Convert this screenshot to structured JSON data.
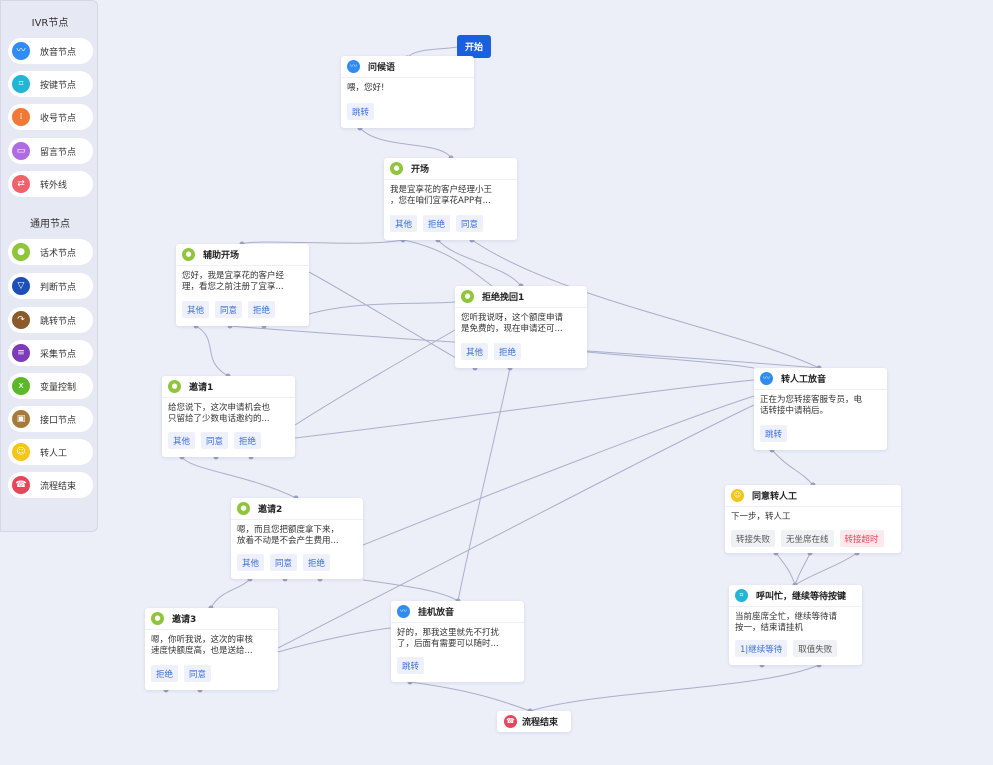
{
  "palette": {
    "ivr_title": "IVR节点",
    "general_title": "通用节点",
    "ivr_items": [
      {
        "label": "放音节点",
        "icon": "audio-wave-icon",
        "color": "#2f8cf2"
      },
      {
        "label": "按键节点",
        "icon": "keypad-icon",
        "color": "#22b5d6"
      },
      {
        "label": "收号节点",
        "icon": "dial-grid-icon",
        "color": "#f07a35"
      },
      {
        "label": "留言节点",
        "icon": "message-icon",
        "color": "#b06be3"
      },
      {
        "label": "转外线",
        "icon": "transfer-line-icon",
        "color": "#f0616c"
      }
    ],
    "general_items": [
      {
        "label": "话术节点",
        "icon": "script-mic-icon",
        "color": "#8fc53a"
      },
      {
        "label": "判断节点",
        "icon": "funnel-icon",
        "color": "#1e4fb8"
      },
      {
        "label": "跳转节点",
        "icon": "jump-icon",
        "color": "#8a5a2b"
      },
      {
        "label": "采集节点",
        "icon": "collect-icon",
        "color": "#7c3bb8"
      },
      {
        "label": "变量控制",
        "icon": "variable-x-icon",
        "color": "#5cb82b"
      },
      {
        "label": "接口节点",
        "icon": "api-icon",
        "color": "#a87a3a"
      },
      {
        "label": "转人工",
        "icon": "agent-icon",
        "color": "#f5c518"
      },
      {
        "label": "流程结束",
        "icon": "hangup-icon",
        "color": "#e8455a"
      }
    ]
  },
  "canvas": {
    "start_label": "开始",
    "end_label": "流程结束",
    "nodes": {
      "greeting": {
        "title": "问候语",
        "body": "喂，您好!",
        "buttons": [
          "跳转"
        ]
      },
      "opening": {
        "title": "开场",
        "body": "我是宜享花的客户经理小王\n，您在咱们宜享花APP有...",
        "buttons": [
          "其他",
          "拒绝",
          "同意"
        ]
      },
      "aux_opening": {
        "title": "辅助开场",
        "body": "您好，我是宜享花的客户经\n理，看您之前注册了宜享...",
        "buttons": [
          "其他",
          "同意",
          "拒绝"
        ]
      },
      "refuse_retain": {
        "title": "拒绝挽回1",
        "body": "您听我说呀，这个额度申请\n是免费的，现在申请还可...",
        "buttons": [
          "其他",
          "拒绝"
        ]
      },
      "transfer_audio": {
        "title": "转人工放音",
        "body": "正在为您转接客服专员，电\n话转接中请稍后。",
        "buttons": [
          "跳转"
        ]
      },
      "invite1": {
        "title": "邀请1",
        "body": "给您说下，这次申请机会也\n只留给了少数电话邀约的...",
        "buttons": [
          "其他",
          "同意",
          "拒绝"
        ]
      },
      "invite2": {
        "title": "邀请2",
        "body": "嗯，而且您把额度拿下来，\n放着不动是不会产生费用...",
        "buttons": [
          "其他",
          "同意",
          "拒绝"
        ]
      },
      "agree_transfer": {
        "title": "同意转人工",
        "body": "下一步，转人工",
        "buttons": [
          "转接失败",
          "无坐席在线",
          "转接超时"
        ]
      },
      "busy_wait": {
        "title": "呼叫忙，继续等待按键",
        "body": "当前座席全忙，继续等待请\n按一，结束请挂机",
        "buttons": [
          "1|继续等待",
          "取值失败"
        ]
      },
      "invite3": {
        "title": "邀请3",
        "body": "嗯，你听我说，这次的审核\n速度快额度高，也是送给...",
        "buttons": [
          "拒绝",
          "同意"
        ]
      },
      "hangup_audio": {
        "title": "挂机放音",
        "body": "好的，那我这里就先不打扰\n了，后面有需要可以随时...",
        "buttons": [
          "跳转"
        ]
      }
    },
    "node_icons": {
      "greeting": {
        "name": "audio-wave-icon",
        "color": "#2f8cf2"
      },
      "opening": {
        "name": "script-mic-icon",
        "color": "#8fc53a"
      },
      "aux_opening": {
        "name": "script-mic-icon",
        "color": "#8fc53a"
      },
      "refuse_retain": {
        "name": "script-mic-icon",
        "color": "#8fc53a"
      },
      "transfer_audio": {
        "name": "audio-wave-icon",
        "color": "#2f8cf2"
      },
      "invite1": {
        "name": "script-mic-icon",
        "color": "#8fc53a"
      },
      "invite2": {
        "name": "script-mic-icon",
        "color": "#8fc53a"
      },
      "agree_transfer": {
        "name": "agent-icon",
        "color": "#f5c518"
      },
      "busy_wait": {
        "name": "keypad-icon",
        "color": "#22b5d6"
      },
      "invite3": {
        "name": "script-mic-icon",
        "color": "#8fc53a"
      },
      "hangup_audio": {
        "name": "audio-wave-icon",
        "color": "#2f8cf2"
      }
    }
  }
}
